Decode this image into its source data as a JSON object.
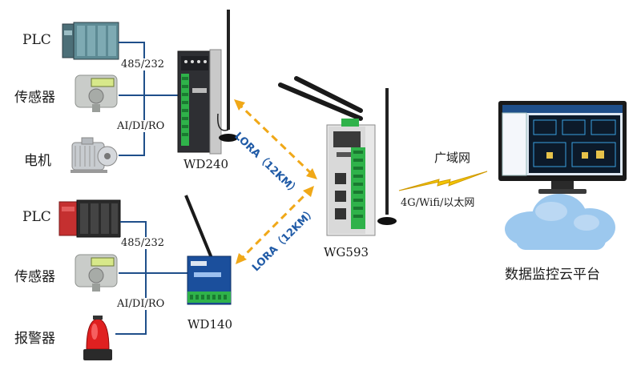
{
  "left_top": {
    "device_labels": [
      "PLC",
      "传感器",
      "电机"
    ],
    "bus_label_1": "485/232",
    "bus_label_2": "AI/DI/RO",
    "node_label": "WD240"
  },
  "left_bottom": {
    "device_labels": [
      "PLC",
      "传感器",
      "报警器"
    ],
    "bus_label_1": "485/232",
    "bus_label_2": "AI/DI/RO",
    "node_label": "WD140"
  },
  "links": {
    "lora_top": "LORA（12KM）",
    "lora_bottom": "LORA（12KM）"
  },
  "gateway": {
    "label": "WG593"
  },
  "wan": {
    "label_top": "广域网",
    "label_bottom": "4G/Wifi/以太网"
  },
  "cloud": {
    "label": "数据监控云平台"
  },
  "colors": {
    "bus_line": "#1f4f8a",
    "lora_arrow": "#f0a818",
    "lora_text": "#1f5aa6",
    "lightning": "#f2c500",
    "cloud": "#9cc8ee"
  }
}
